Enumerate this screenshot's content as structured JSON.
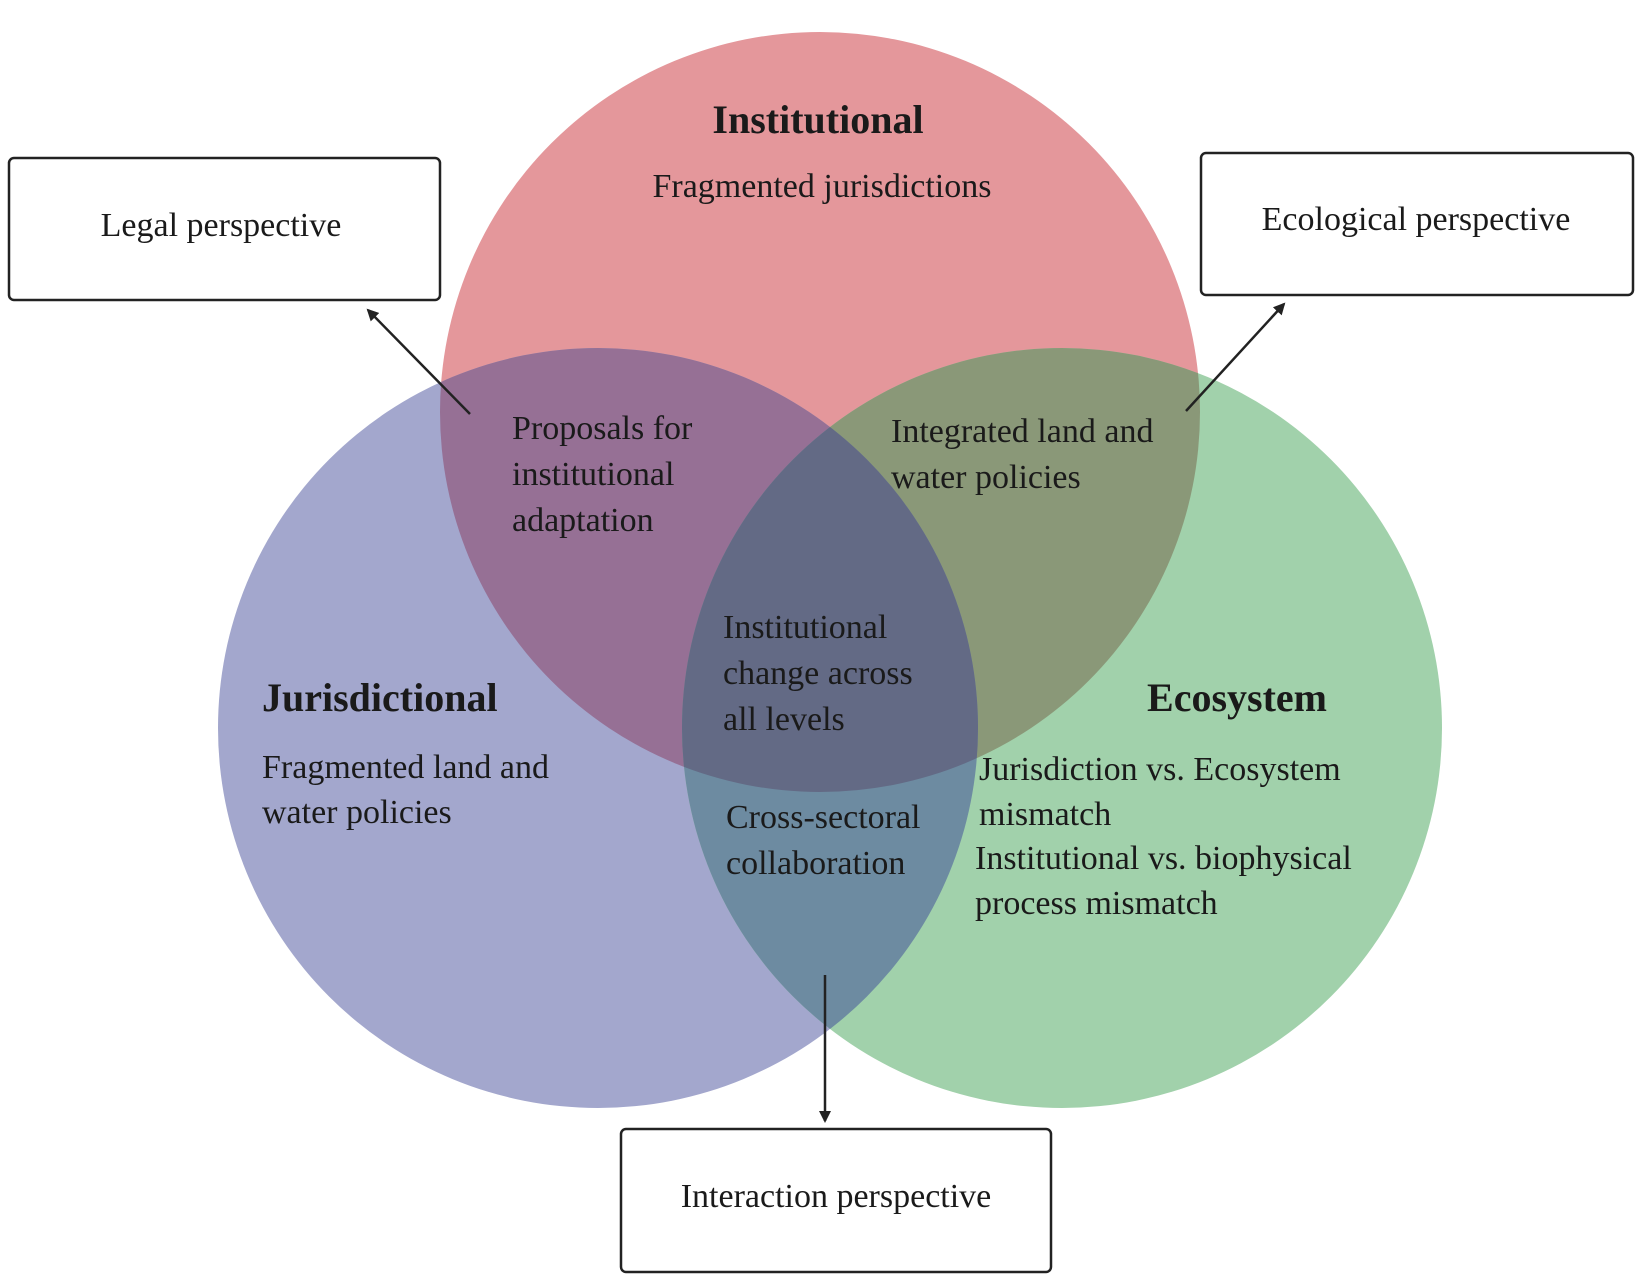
{
  "colors": {
    "institutional": "#e4979b",
    "jurisdictional": "#a3a7cd",
    "ecosystem": "#a1d1ab",
    "institutional_jurisdictional_overlap": "#967095",
    "institutional_ecosystem_overlap": "#8a9878",
    "jurisdictional_ecosystem_overlap": "#6d8ba1",
    "center_overlap": "#636a85",
    "stroke": "#222222"
  },
  "circles": {
    "institutional": {
      "title": "Institutional",
      "lines": [
        "Fragmented jurisdictions"
      ]
    },
    "jurisdictional": {
      "title": "Jurisdictional",
      "lines": [
        "Fragmented land and",
        "water policies"
      ]
    },
    "ecosystem": {
      "title": "Ecosystem",
      "lines": [
        "Jurisdiction vs. Ecosystem",
        "mismatch",
        "Institutional vs. biophysical",
        "process mismatch"
      ]
    }
  },
  "overlaps": {
    "institutional_jurisdictional": [
      "Proposals for",
      "institutional",
      "adaptation"
    ],
    "institutional_ecosystem": [
      "Integrated land and",
      "water policies"
    ],
    "jurisdictional_ecosystem": [
      "Cross-sectoral",
      "collaboration"
    ],
    "center": [
      "Institutional",
      "change across",
      "all levels"
    ]
  },
  "perspectives": {
    "legal": "Legal perspective",
    "ecological": "Ecological perspective",
    "interaction": "Interaction perspective"
  }
}
